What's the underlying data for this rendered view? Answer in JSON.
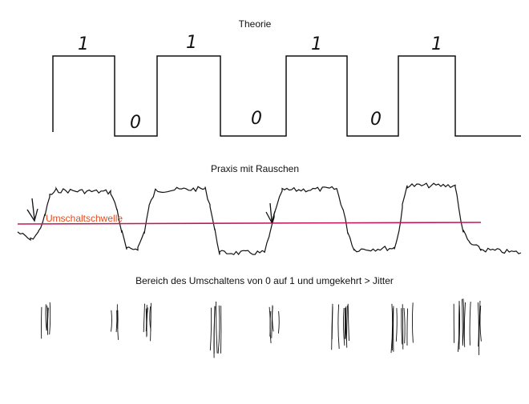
{
  "diagram": {
    "theory": {
      "title": "Theorie",
      "bits": [
        "1",
        "0",
        "1",
        "0",
        "1",
        "0",
        "1"
      ]
    },
    "practice": {
      "title": "Praxis mit Rauschen",
      "threshold_label": "Umschaltschwelle"
    },
    "jitter": {
      "title": "Bereich des Umschaltens von 0 auf 1 und umgekehrt > Jitter"
    }
  },
  "colors": {
    "ink": "#111111",
    "threshold_line": "#c2185b",
    "threshold_label": "#e64a19"
  }
}
